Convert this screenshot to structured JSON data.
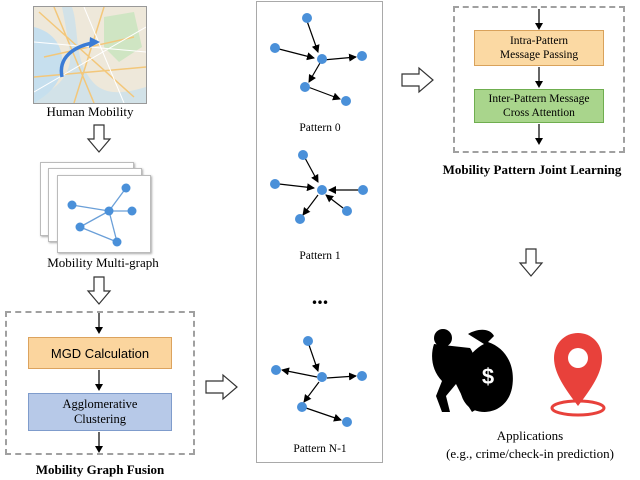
{
  "left": {
    "human_mobility_label": "Human Mobility",
    "multigraph_label": "Mobility Multi-graph",
    "fusion_title": "Mobility Graph Fusion",
    "mgd_label": "MGD Calculation",
    "cluster_line1": "Agglomerative",
    "cluster_line2": "Clustering"
  },
  "middle": {
    "pattern0_label": "Pattern 0",
    "pattern1_label": "Pattern 1",
    "ellipsis": "...",
    "patternN_label": "Pattern N-1"
  },
  "right": {
    "intra_line1": "Intra-Pattern",
    "intra_line2": "Message Passing",
    "inter_line1": "Inter-Pattern Message",
    "inter_line2": "Cross Attention",
    "joint_title": "Mobility Pattern Joint Learning",
    "apps_line1": "Applications",
    "apps_line2": "(e.g., crime/check-in prediction)"
  },
  "colors": {
    "node": "#4a90d9",
    "map_water": "#c6dfee",
    "crime_icon": "#000000",
    "pin_icon": "#e8413b"
  }
}
